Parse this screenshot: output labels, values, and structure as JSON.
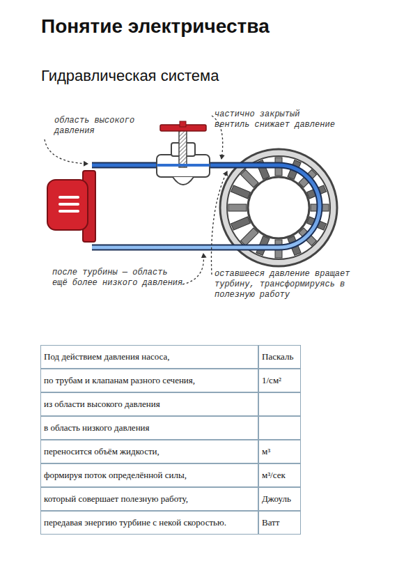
{
  "diagram": {
    "title": "Понятие электричества",
    "labels": [
      "Гидравлическая система",
      "область высокого давления",
      "частично закрытый вентиль снижает давление",
      "после турбины — область ещё более низкого давления",
      "оставшееся давление вращает турбину, трансформируясь в полезную работу",
      "Под действием давления насоса,",
      "Паскаль",
      "по трубам и клапанам разного сечения,",
      "1/см²",
      "из области высокого давления",
      "в область низкого давления",
      "переносится объём жидкости,",
      "м³",
      "формируя поток определённой силы,",
      "м³/сек",
      "который совершает полезную работу,",
      "Джоуль",
      "передавая энергию турбине с некой скоростью.",
      "Ватт"
    ]
  }
}
